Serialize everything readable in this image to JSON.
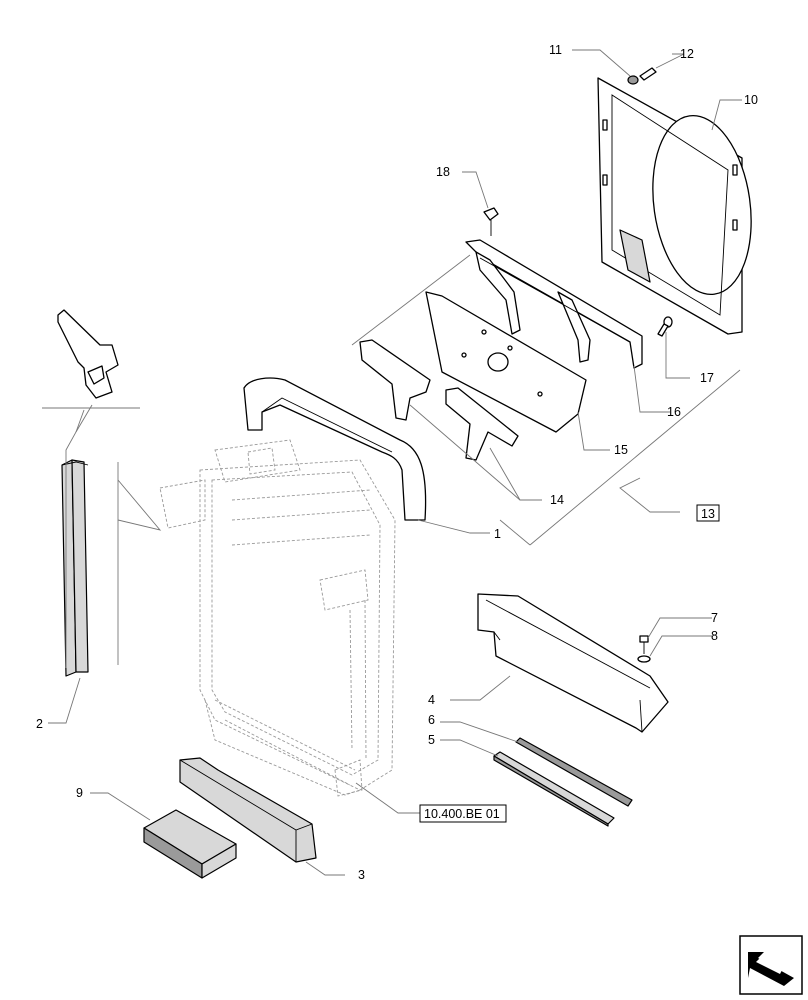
{
  "callouts": [
    "1",
    "2",
    "3",
    "4",
    "5",
    "6",
    "7",
    "8",
    "9",
    "10",
    "11",
    "12",
    "13",
    "14",
    "15",
    "16",
    "17",
    "18"
  ],
  "reference": "10.400.BE 01",
  "nav_icon": "next-page-arrow-icon"
}
